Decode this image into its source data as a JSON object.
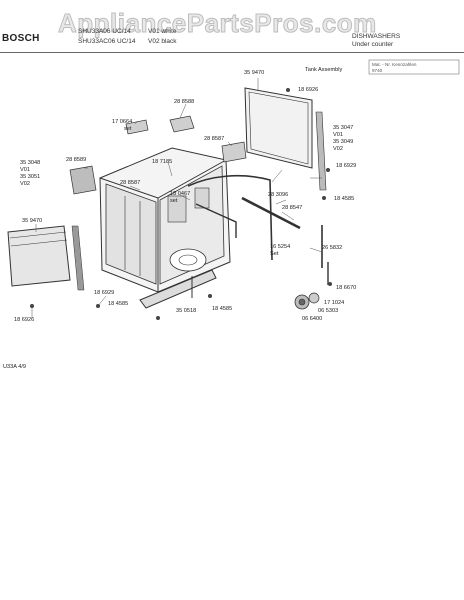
{
  "watermark": "AppliancePartsPros.com",
  "header": {
    "brand": "BOSCH",
    "model_line1": "SHU33A06 UC/14",
    "model_line1_suffix": "V01 white",
    "model_line2": "SHU33AC06 UC/14",
    "model_line2_suffix": "V02 black",
    "category": "DISHWASHERS",
    "subcategory": "Under counter",
    "legend": "Mat. - Nr.  Kennzahlen",
    "legend_sub": "9740"
  },
  "section_label": "Tank Assembly",
  "footer_code": "U33A  4/9",
  "parts": [
    {
      "id": "p1",
      "text": "35 9470"
    },
    {
      "id": "p2",
      "text": "18 6926"
    },
    {
      "id": "p3",
      "text": "28 8588"
    },
    {
      "id": "p4",
      "text": "17 0664"
    },
    {
      "id": "p4b",
      "text": "set"
    },
    {
      "id": "p5",
      "text": "28 8587"
    },
    {
      "id": "p6",
      "text": "35 3047"
    },
    {
      "id": "p6b",
      "text": "V01"
    },
    {
      "id": "p6c",
      "text": "35 3049"
    },
    {
      "id": "p6d",
      "text": "V02"
    },
    {
      "id": "p7",
      "text": "35 3048"
    },
    {
      "id": "p7b",
      "text": "V01"
    },
    {
      "id": "p7c",
      "text": "35 3051"
    },
    {
      "id": "p7d",
      "text": "V02"
    },
    {
      "id": "p8",
      "text": "28 8589"
    },
    {
      "id": "p9",
      "text": "18 7185"
    },
    {
      "id": "p10",
      "text": "18 6929"
    },
    {
      "id": "p11",
      "text": "28 8587"
    },
    {
      "id": "p12",
      "text": "18 0467"
    },
    {
      "id": "p12b",
      "text": "set"
    },
    {
      "id": "p13",
      "text": "18 4585"
    },
    {
      "id": "p14",
      "text": "28 3096"
    },
    {
      "id": "p15",
      "text": "28 8547"
    },
    {
      "id": "p16",
      "text": "35 9470"
    },
    {
      "id": "p17",
      "text": "16 5254"
    },
    {
      "id": "p17b",
      "text": "Set"
    },
    {
      "id": "p18",
      "text": "26 5832"
    },
    {
      "id": "p19",
      "text": "18 6929"
    },
    {
      "id": "p20",
      "text": "18 4585"
    },
    {
      "id": "p21",
      "text": "18 6670"
    },
    {
      "id": "p22",
      "text": "17 1024"
    },
    {
      "id": "p23",
      "text": "06 5303"
    },
    {
      "id": "p24",
      "text": "06 6400"
    },
    {
      "id": "p25",
      "text": "18 6926"
    },
    {
      "id": "p26",
      "text": "35 0518"
    },
    {
      "id": "p27",
      "text": "18 4585"
    }
  ]
}
